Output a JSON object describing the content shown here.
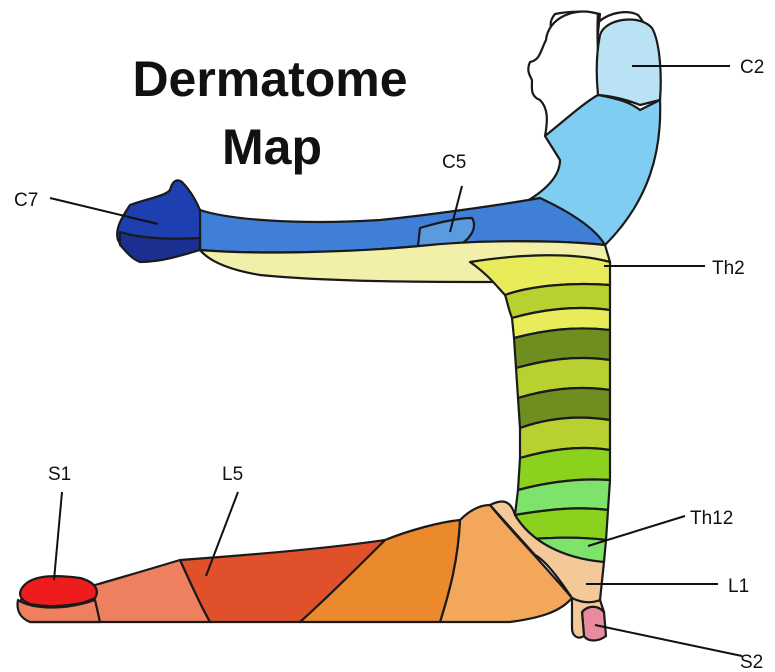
{
  "title": {
    "line1": "Dermatome",
    "line2": "Map"
  },
  "labels": {
    "c2": "C2",
    "c5": "C5",
    "c7": "C7",
    "th2": "Th2",
    "th12": "Th12",
    "l1": "L1",
    "l5": "L5",
    "s1": "S1",
    "s2": "S2"
  },
  "colors": {
    "outline": "#1a1a1a",
    "head_face": "#ffffff",
    "c2_scalp": "#b9e3f5",
    "neck_shoulder": "#7fcdf0",
    "upper_arm": "#3f7fd8",
    "c5_patch": "#5a9be0",
    "hand_c7": "#1e3fb0",
    "fingers_c8": "#1a2f90",
    "underarm_th": "#f2f0a8",
    "trunk_light": "#e8ec5a",
    "trunk_mid": "#b8d030",
    "trunk_olive": "#6f8e20",
    "trunk_bright": "#8bd21e",
    "trunk_low": "#7ee36a",
    "lumbar_l1": "#f3c99a",
    "thigh_l2": "#f2a75a",
    "leg_l3": "#ea8a2c",
    "leg_l4": "#e0502a",
    "leg_l5": "#ee8060",
    "foot_s1": "#ee1c1c",
    "sacral_s2": "#e88aa0"
  }
}
